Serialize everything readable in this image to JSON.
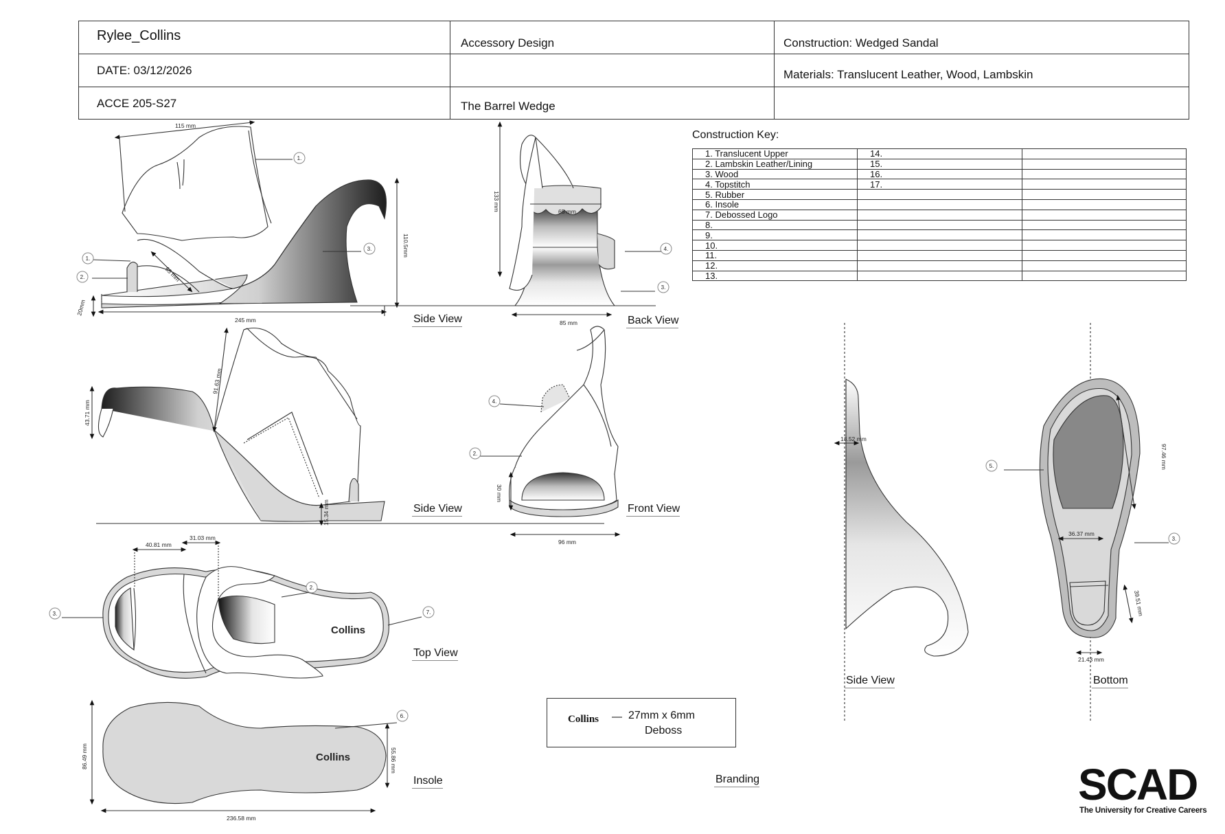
{
  "title_block": {
    "designer": "Rylee_Collins",
    "date": "DATE: 03/12/2026",
    "course": "ACCE 205-S27",
    "department": "Accessory Design",
    "project_name": "The Barrel Wedge",
    "construction": "Construction: Wedged Sandal",
    "materials": "Materials: Translucent Leather, Wood, Lambskin"
  },
  "construction_key": {
    "title": "Construction Key:",
    "rows": [
      [
        "1.  Translucent Upper",
        "14.",
        ""
      ],
      [
        "2.  Lambskin Leather/Lining",
        "15.",
        ""
      ],
      [
        "3.  Wood",
        "16.",
        ""
      ],
      [
        "4.  Topstitch",
        "17.",
        ""
      ],
      [
        "5.  Rubber",
        "",
        ""
      ],
      [
        "6.  Insole",
        "",
        ""
      ],
      [
        "7.  Debossed Logo",
        "",
        ""
      ],
      [
        "8.",
        "",
        ""
      ],
      [
        "9.",
        "",
        ""
      ],
      [
        "10.",
        "",
        ""
      ],
      [
        "11.",
        "",
        ""
      ],
      [
        "12.",
        "",
        ""
      ],
      [
        "13.",
        "",
        ""
      ]
    ]
  },
  "views": {
    "side_view_1": "Side View",
    "back_view": "Back View",
    "side_view_2": "Side View",
    "front_view": "Front View",
    "top_view": "Top View",
    "insole": "Insole",
    "branding": "Branding",
    "side_view_3": "Side View",
    "bottom": "Bottom"
  },
  "dimensions": {
    "d_115": "115 mm",
    "d_65a": "65 mm",
    "d_20": "20mm",
    "d_245": "245 mm",
    "d_1105": "110.5mm",
    "d_133": "133 mm",
    "d_65b": "65 mm",
    "d_85": "85 mm",
    "d_4371": "43.71 mm",
    "d_9163": "91.63 mm",
    "d_1534": "15.34 mm",
    "d_30": "30 mm",
    "d_96": "96 mm",
    "d_4081": "40.81 mm",
    "d_3103": "31.03 mm",
    "d_8649": "86.49 mm",
    "d_5586": "55.86 mm",
    "d_23658": "236.58 mm",
    "d_1352": "13.52 mm",
    "d_9746": "97.46 mm",
    "d_3637": "36.37 mm",
    "d_3951": "39.51 mm",
    "d_2143": "21.43 mm"
  },
  "callouts": [
    "1.",
    "2.",
    "3.",
    "4.",
    "5.",
    "6.",
    "7."
  ],
  "logo_text": "Collins",
  "branding": {
    "logo": "Collins",
    "dash": "—",
    "size": "27mm x 6mm",
    "method": "Deboss"
  },
  "school": {
    "logo": "SCAD",
    "tagline": "The University for Creative Careers"
  },
  "colors": {
    "line": "#333333",
    "sole_fill": "#d9d9d9",
    "wood_dark": "#222222",
    "paper": "#ffffff"
  }
}
